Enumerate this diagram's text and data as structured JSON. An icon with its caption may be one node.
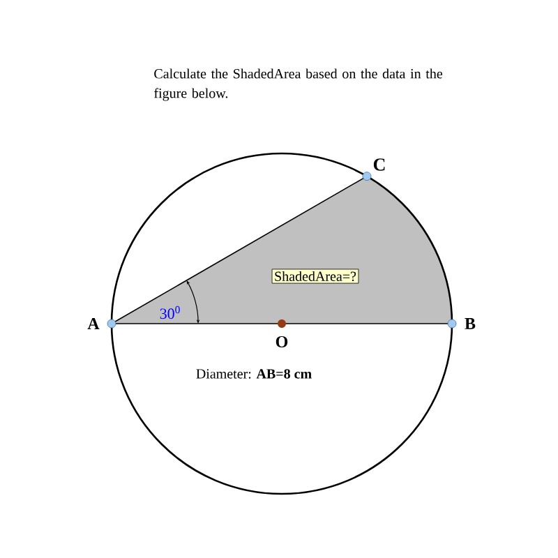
{
  "diagram": {
    "title": "Calculate the ShadedArea based on the data in the figure below.",
    "nodes": [
      {
        "text": [
          "ShadedArea=?"
        ]
      }
    ],
    "labels": [
      "C",
      "A",
      "30$^{0}$",
      "B",
      "O",
      "Diameter: **AB=8 cm**"
    ]
  }
}
